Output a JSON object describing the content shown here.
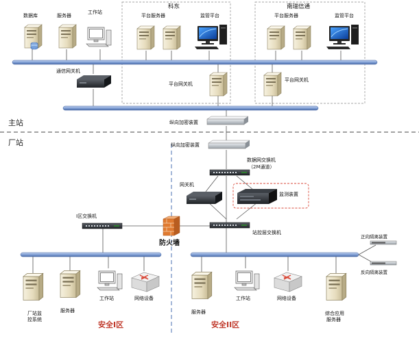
{
  "colors": {
    "bus": "#8faadc",
    "bus_edge": "#3f5f9a",
    "security_label": "#c0392b",
    "firewall": "#e07a30",
    "router": "#d94a3a"
  },
  "zones": {
    "master": "主站",
    "plant": "厂站"
  },
  "groups": {
    "kedong": "科东",
    "nanrui": "南瑞信通"
  },
  "top": {
    "database": "数据库",
    "server": "服务器",
    "workstation": "工作站",
    "kd_platform_server": "平台服务器",
    "kd_monitor_platform": "监管平台",
    "nr_platform_server": "平台服务器",
    "nr_monitor_platform": "监管平台",
    "comm_gateway": "通信网关机",
    "kd_platform_gateway": "平台网关机",
    "nr_platform_gateway": "平台网关机"
  },
  "middle": {
    "crypto_master": "纵向加密装置",
    "crypto_plant": "纵向加密装置",
    "data_switch": "数据网交换机",
    "channel_2m": "（2M通道）",
    "gateway": "网关机",
    "monitor_device": "监测装置",
    "firewall": "防火墙",
    "zone1_switch": "I区交换机",
    "station_switch": "站控层交换机"
  },
  "bottom": {
    "plant_control_system": "厂站监控系统",
    "z1_server": "服务器",
    "z1_workstation": "工作站",
    "z1_network_device": "网络设备",
    "z2_server": "服务器",
    "z2_workstation": "工作站",
    "z2_network_device": "网络设备",
    "integrated_server": "综合应用服务器",
    "forward_isolation": "正向隔离装置",
    "reverse_isolation": "反向隔离装置",
    "safety_zone_1": "安全I区",
    "safety_zone_2": "安全II区"
  }
}
